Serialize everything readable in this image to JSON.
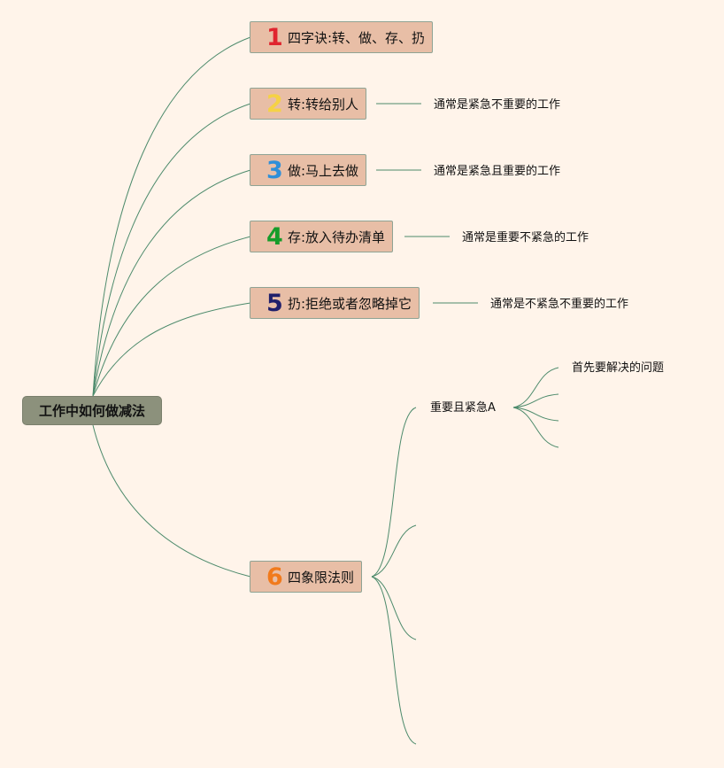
{
  "root": {
    "label": "工作中如何做减法"
  },
  "branches": [
    {
      "num": "1",
      "text": "四字诀:转、做、存、扔",
      "color": "#e0252f",
      "note": ""
    },
    {
      "num": "2",
      "text": "转:转给别人",
      "color": "#f5d245",
      "note": "通常是紧急不重要的工作"
    },
    {
      "num": "3",
      "text": "做:马上去做",
      "color": "#2e8fd9",
      "note": "通常是紧急且重要的工作"
    },
    {
      "num": "4",
      "text": "存:放入待办清单",
      "color": "#169c2a",
      "note": "通常是重要不紧急的工作"
    },
    {
      "num": "5",
      "text": "扔:拒绝或者忽略掉它",
      "color": "#1f1f6b",
      "note": "通常是不紧急不重要的工作"
    },
    {
      "num": "6",
      "text": "四象限法则",
      "color": "#f17a1c",
      "note": ""
    }
  ],
  "quadrant": {
    "first_label": "重要且紧急A",
    "first_sub": "首先要解决的问题"
  }
}
